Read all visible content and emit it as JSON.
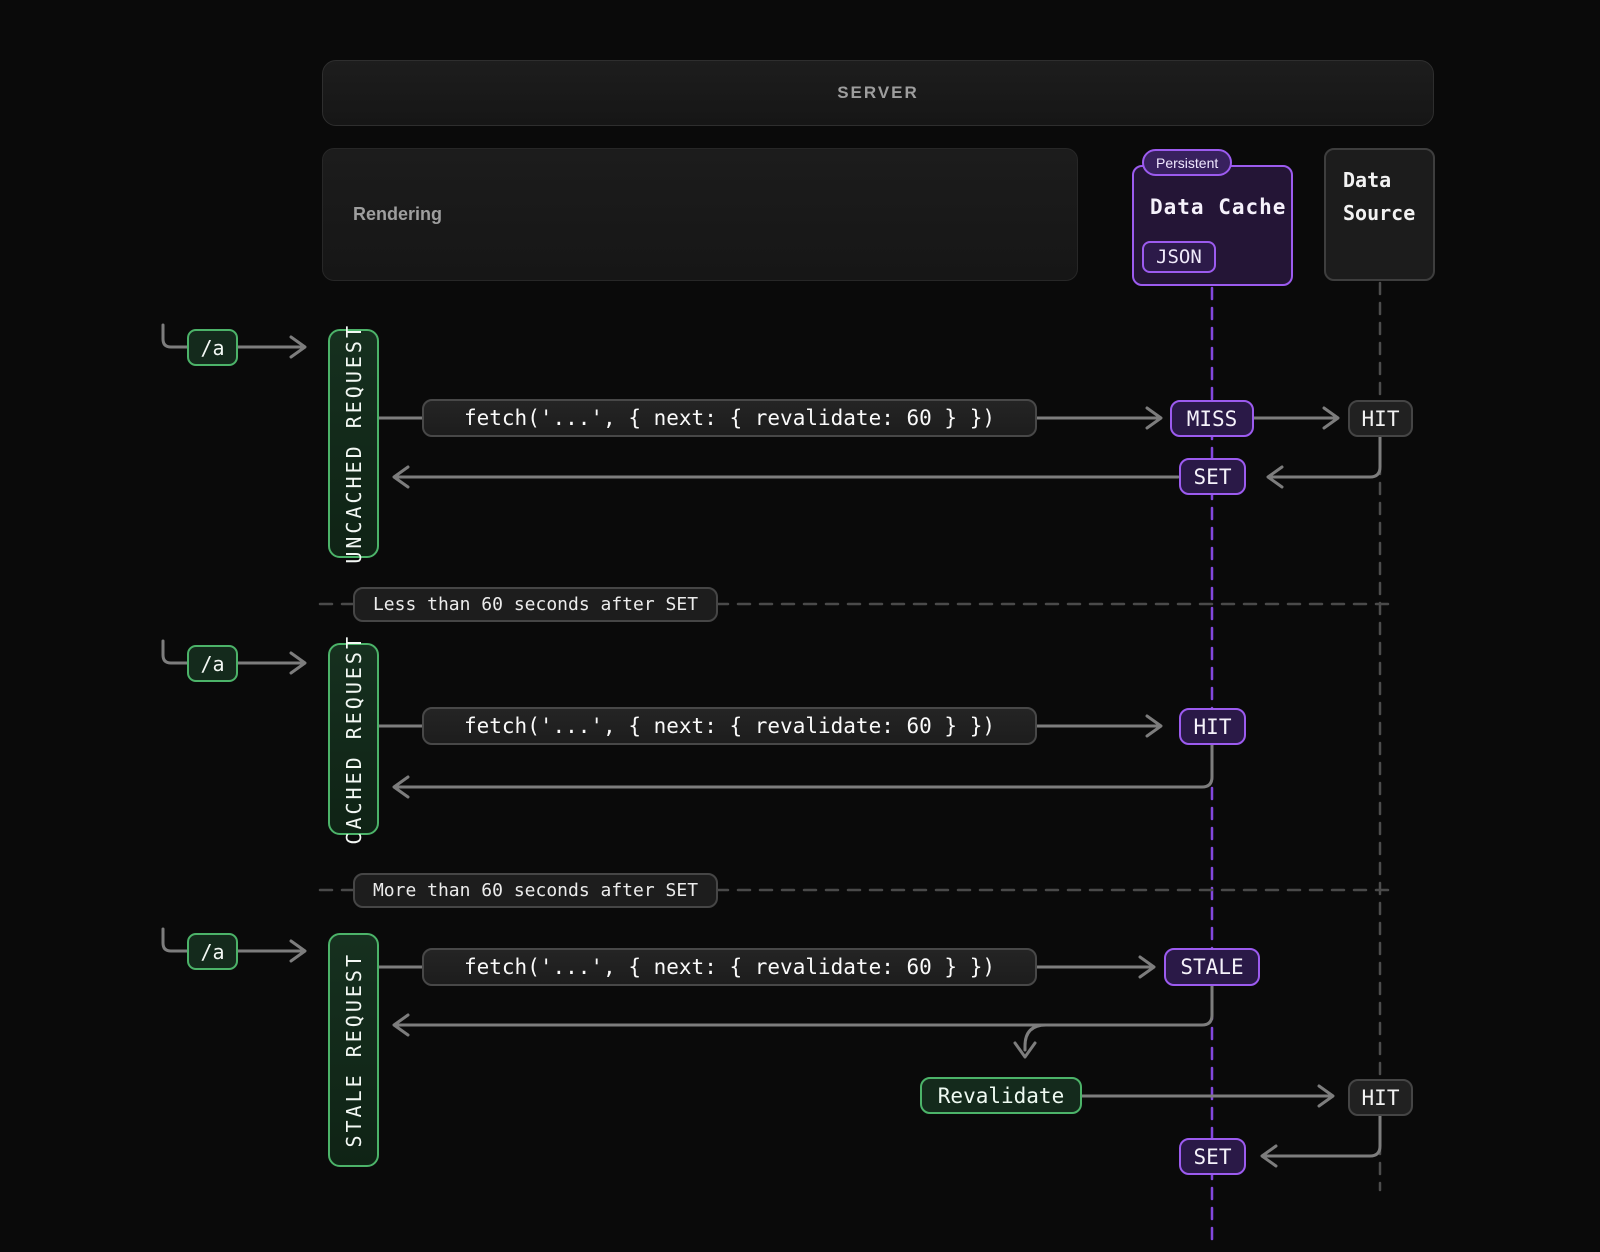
{
  "header": {
    "server_label": "SERVER"
  },
  "columns": {
    "rendering": {
      "label": "Rendering"
    },
    "data_cache": {
      "badge": "Persistent",
      "title": "Data Cache",
      "tag": "JSON"
    },
    "data_source": {
      "title_line1": "Data",
      "title_line2": "Source"
    }
  },
  "sections": [
    {
      "route": "/a",
      "label": "UNCACHED REQUEST",
      "fetch_code": "fetch('...', { next: { revalidate: 60 } })",
      "cache_result": "MISS",
      "source_result": "HIT",
      "cache_set": "SET"
    },
    {
      "route": "/a",
      "label": "CACHED REQUEST",
      "fetch_code": "fetch('...', { next: { revalidate: 60 } })",
      "cache_result": "HIT"
    },
    {
      "route": "/a",
      "label": "STALE REQUEST",
      "fetch_code": "fetch('...', { next: { revalidate: 60 } })",
      "cache_result": "STALE",
      "revalidate_label": "Revalidate",
      "source_result": "HIT",
      "cache_set": "SET"
    }
  ],
  "dividers": [
    {
      "label": "Less than 60 seconds after SET"
    },
    {
      "label": "More than 60 seconds after SET"
    }
  ],
  "colors": {
    "green_accent": "#4cb369",
    "purple_accent": "#9c5bef",
    "wire": "#7d7d7d"
  }
}
